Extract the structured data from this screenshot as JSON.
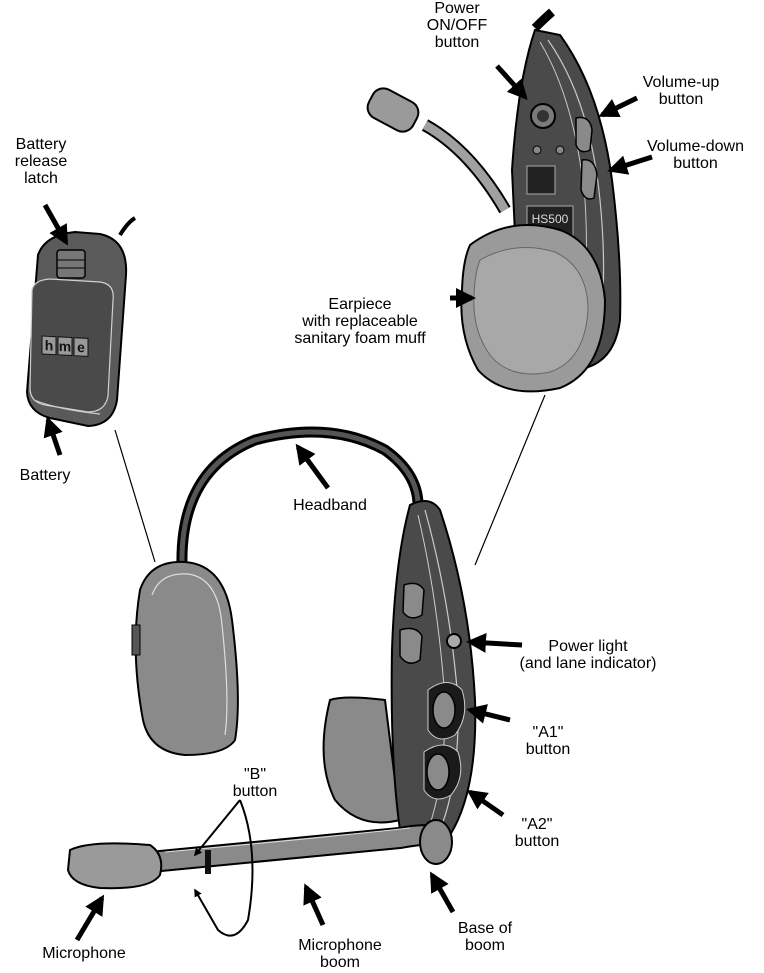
{
  "labels": {
    "battery_release_latch": [
      "Battery",
      "release",
      "latch"
    ],
    "battery": "Battery",
    "power_button": [
      "Power",
      "ON/OFF",
      "button"
    ],
    "volume_up": [
      "Volume-up",
      "button"
    ],
    "volume_down": [
      "Volume-down",
      "button"
    ],
    "earpiece": [
      "Earpiece",
      "with replaceable",
      "sanitary foam muff"
    ],
    "headband": "Headband",
    "power_light": [
      "Power light",
      "(and lane indicator)"
    ],
    "a1_button": [
      "\"A1\"",
      "button"
    ],
    "a2_button": [
      "\"A2\"",
      "button"
    ],
    "b_button": [
      "\"B\"",
      "button"
    ],
    "microphone": "Microphone",
    "microphone_boom": [
      "Microphone",
      "boom"
    ],
    "base_of_boom": [
      "Base of",
      "boom"
    ]
  },
  "brand_text": {
    "battery_logo": "hme",
    "model": "HS500"
  },
  "colors": {
    "dark_body": "#4a4a4a",
    "mid_gray": "#808080",
    "light_gray": "#a8a8a8",
    "outline": "#000000"
  }
}
